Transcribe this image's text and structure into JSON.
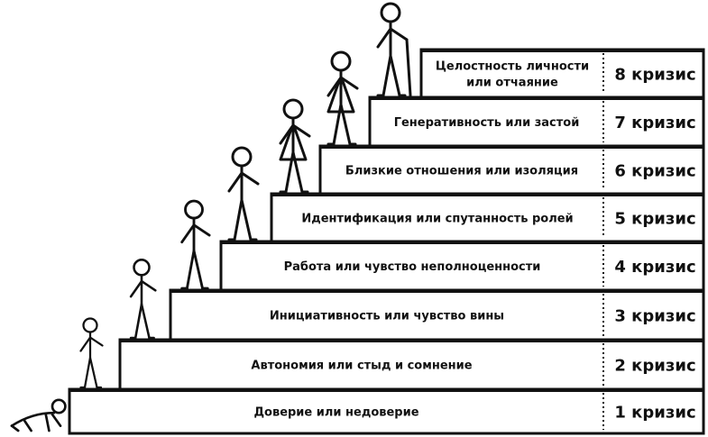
{
  "steps": [
    {
      "stage": "Доверие или недоверие",
      "crisis": "1 кризис"
    },
    {
      "stage": "Автономия или стыд и сомнение",
      "crisis": "2 кризис"
    },
    {
      "stage": "Инициативность или чувство вины",
      "crisis": "3 кризис"
    },
    {
      "stage": "Работа или чувство неполноценности",
      "crisis": "4 кризис"
    },
    {
      "stage": "Идентификация или спутанность ролей",
      "crisis": "5 кризис"
    },
    {
      "stage": "Близкие отношения или изоляция",
      "crisis": "6 кризис"
    },
    {
      "stage": "Генеративность или застой",
      "crisis": "7 кризис"
    },
    {
      "stage": [
        "Целостность личности",
        "или отчаяние"
      ],
      "crisis": "8 кризис"
    }
  ],
  "figures": [
    "baby-figure",
    "toddler-figure",
    "child-figure",
    "schoolchild-figure",
    "teen-figure",
    "young-adult-figure",
    "adult-figure",
    "elder-figure"
  ]
}
